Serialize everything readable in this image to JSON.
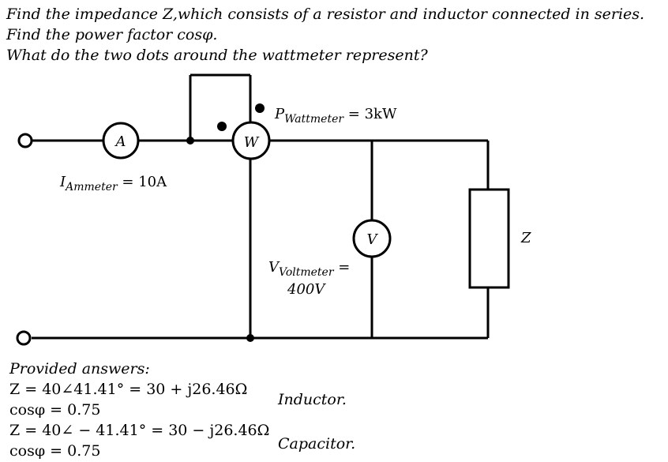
{
  "question": {
    "line1": "Find the impedance Z,which consists of a resistor and inductor connected in series.",
    "line2": "Find the power factor cosφ.",
    "line3": "What do the two dots around the wattmeter represent?"
  },
  "circuit": {
    "ammeter_symbol": "A",
    "wattmeter_symbol": "W",
    "voltmeter_symbol": "V",
    "impedance_symbol": "Z",
    "ammeter_label": {
      "main": "I",
      "sub": "Ammeter",
      "value": "= 10A"
    },
    "wattmeter_label": {
      "main": "P",
      "sub": "Wattmeter",
      "value": "= 3kW"
    },
    "voltmeter_label": {
      "main": "V",
      "sub": "Voltmeter",
      "eq": "=",
      "value": "400V"
    }
  },
  "answers": {
    "heading": "Provided answers:",
    "a1_z": "Z = 40∠41.41° = 30 + j26.46Ω",
    "a1_pf": "cosφ = 0.75",
    "a1_type": "Inductor.",
    "a2_z": "Z = 40∠ − 41.41° = 30 − j26.46Ω",
    "a2_pf": "cosφ = 0.75",
    "a2_type": "Capacitor."
  }
}
